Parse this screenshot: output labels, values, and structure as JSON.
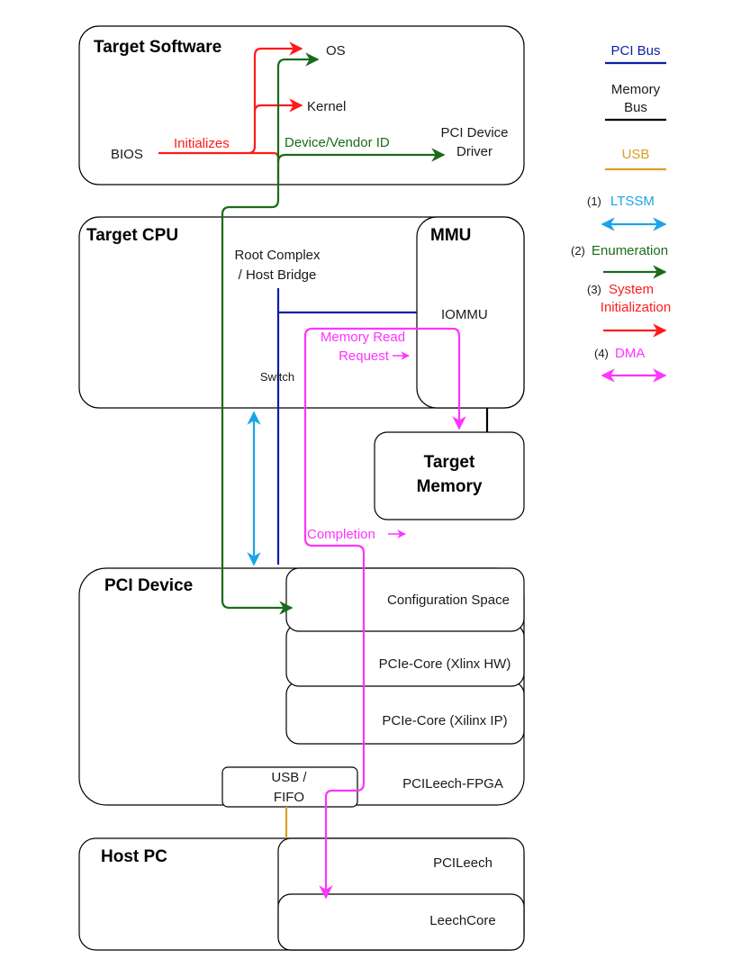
{
  "containers": {
    "target_software": "Target Software",
    "target_cpu": "Target CPU",
    "mmu": "MMU",
    "target_memory_line1": "Target",
    "target_memory_line2": "Memory",
    "pci_device": "PCI Device",
    "host_pc": "Host PC"
  },
  "software": {
    "os": "OS",
    "kernel": "Kernel",
    "bios": "BIOS",
    "initializes": "Initializes",
    "device_vendor_id": "Device/Vendor ID",
    "driver_line1": "PCI Device",
    "driver_line2": "Driver"
  },
  "cpu": {
    "root_complex_line1": "Root Complex",
    "root_complex_line2": "/ Host Bridge",
    "iommu": "IOMMU",
    "switch": "Switch",
    "mem_read_line1": "Memory Read",
    "mem_read_line2": "Request",
    "completion": "Completion"
  },
  "device": {
    "config_space": "Configuration Space",
    "pcie_core_hw": "PCIe-Core (Xlinx HW)",
    "pcie_core_ip": "PCIe-Core (Xilinx IP)",
    "pcileech_fpga": "PCILeech-FPGA",
    "usb_line1": "USB /",
    "usb_line2": "FIFO"
  },
  "host": {
    "pcileech": "PCILeech",
    "leechcore": "LeechCore"
  },
  "legend": {
    "pci_bus": "PCI Bus",
    "memory_bus_line1": "Memory",
    "memory_bus_line2": "Bus",
    "usb": "USB",
    "ltssm_num": "(1)",
    "ltssm": "LTSSM",
    "enum_num": "(2)",
    "enumeration": "Enumeration",
    "sysinit_num": "(3)",
    "sysinit_line1": "System",
    "sysinit_line2": "Initialization",
    "dma_num": "(4)",
    "dma": "DMA"
  },
  "colors": {
    "pci_bus": "#0d1fa6",
    "memory_bus": "#000000",
    "usb": "#d6a020",
    "ltssm": "#1aa3e8",
    "enumeration": "#1a6b1a",
    "system_init": "#ff1a1a",
    "dma": "#ff33ff"
  }
}
